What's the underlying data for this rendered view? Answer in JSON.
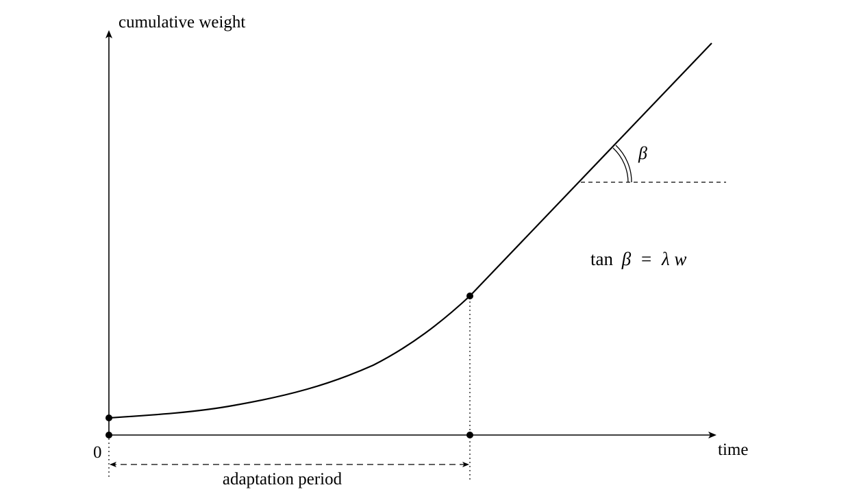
{
  "diagram": {
    "y_axis_label": "cumulative weight",
    "x_axis_label": "time",
    "origin_label": "0",
    "period_label": "adaptation period",
    "angle_label": "β",
    "equation": {
      "func": "tan",
      "angle": "β",
      "equals": "=",
      "rate": "λ",
      "var": "w"
    }
  }
}
